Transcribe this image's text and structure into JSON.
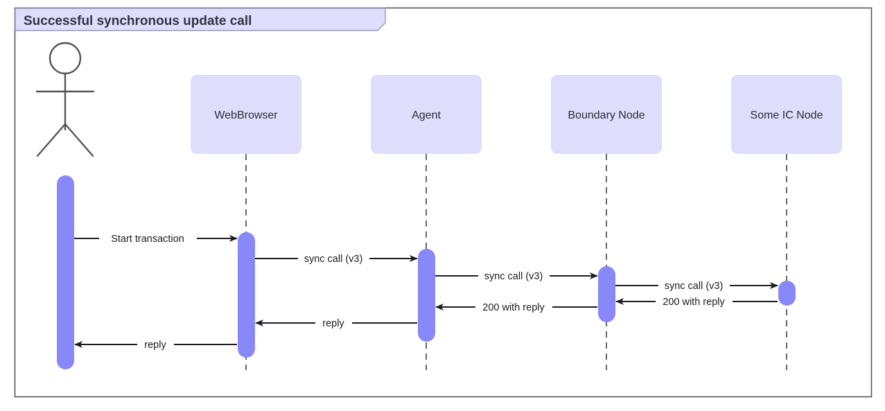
{
  "frame": {
    "title": "Successful synchronous update call",
    "border_color": "#555555",
    "title_fill": "#dedefc",
    "title_border": "#9999bb"
  },
  "style": {
    "participant_fill": "#dedefc",
    "activation_fill": "#8888f8",
    "lifeline_color": "#333333",
    "arrow_color": "#1c1c22",
    "actor_color": "#555555",
    "text_color": "#2b2b36"
  },
  "actor": {
    "name": "actor",
    "label": ""
  },
  "participants": [
    {
      "id": "webbrowser",
      "label": "WebBrowser"
    },
    {
      "id": "agent",
      "label": "Agent"
    },
    {
      "id": "boundary-node",
      "label": "Boundary Node"
    },
    {
      "id": "some-ic-node",
      "label": "Some IC Node"
    }
  ],
  "messages": [
    {
      "id": "m1",
      "label": "Start transaction",
      "from": "actor",
      "to": "webbrowser",
      "direction": "right",
      "kind": "call"
    },
    {
      "id": "m2",
      "label": "sync call (v3)",
      "from": "webbrowser",
      "to": "agent",
      "direction": "right",
      "kind": "call"
    },
    {
      "id": "m3",
      "label": "sync call (v3)",
      "from": "agent",
      "to": "boundary-node",
      "direction": "right",
      "kind": "call"
    },
    {
      "id": "m4",
      "label": "sync call (v3)",
      "from": "boundary-node",
      "to": "some-ic-node",
      "direction": "right",
      "kind": "call"
    },
    {
      "id": "m5",
      "label": "200 with reply",
      "from": "some-ic-node",
      "to": "boundary-node",
      "direction": "left",
      "kind": "return"
    },
    {
      "id": "m6",
      "label": "200 with reply",
      "from": "boundary-node",
      "to": "agent",
      "direction": "left",
      "kind": "return"
    },
    {
      "id": "m7",
      "label": "reply",
      "from": "agent",
      "to": "webbrowser",
      "direction": "left",
      "kind": "return"
    },
    {
      "id": "m8",
      "label": "reply",
      "from": "webbrowser",
      "to": "actor",
      "direction": "left",
      "kind": "return"
    }
  ]
}
